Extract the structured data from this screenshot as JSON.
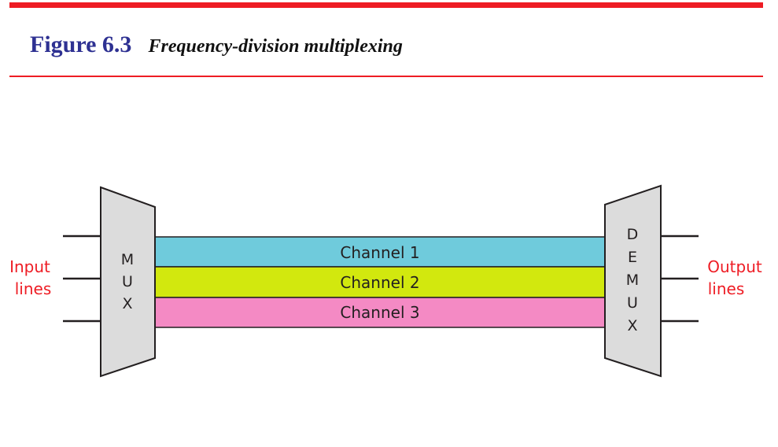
{
  "figure": {
    "number": "Figure 6.3",
    "caption": "Frequency-division multiplexing"
  },
  "diagram": {
    "mux_label": [
      "M",
      "U",
      "X"
    ],
    "demux_label": [
      "D",
      "E",
      "M",
      "U",
      "X"
    ],
    "input_label": [
      "Input",
      "lines"
    ],
    "output_label": [
      "Output",
      "lines"
    ],
    "channels": [
      {
        "label": "Channel 1",
        "color": "#6fcbdc"
      },
      {
        "label": "Channel 2",
        "color": "#d2e80e"
      },
      {
        "label": "Channel 3",
        "color": "#f48ac4"
      }
    ],
    "colors": {
      "rule": "#ee1c24",
      "figure_number": "#2e3192",
      "side_labels": "#ee1c24",
      "device_fill": "#dcdcdc"
    }
  }
}
